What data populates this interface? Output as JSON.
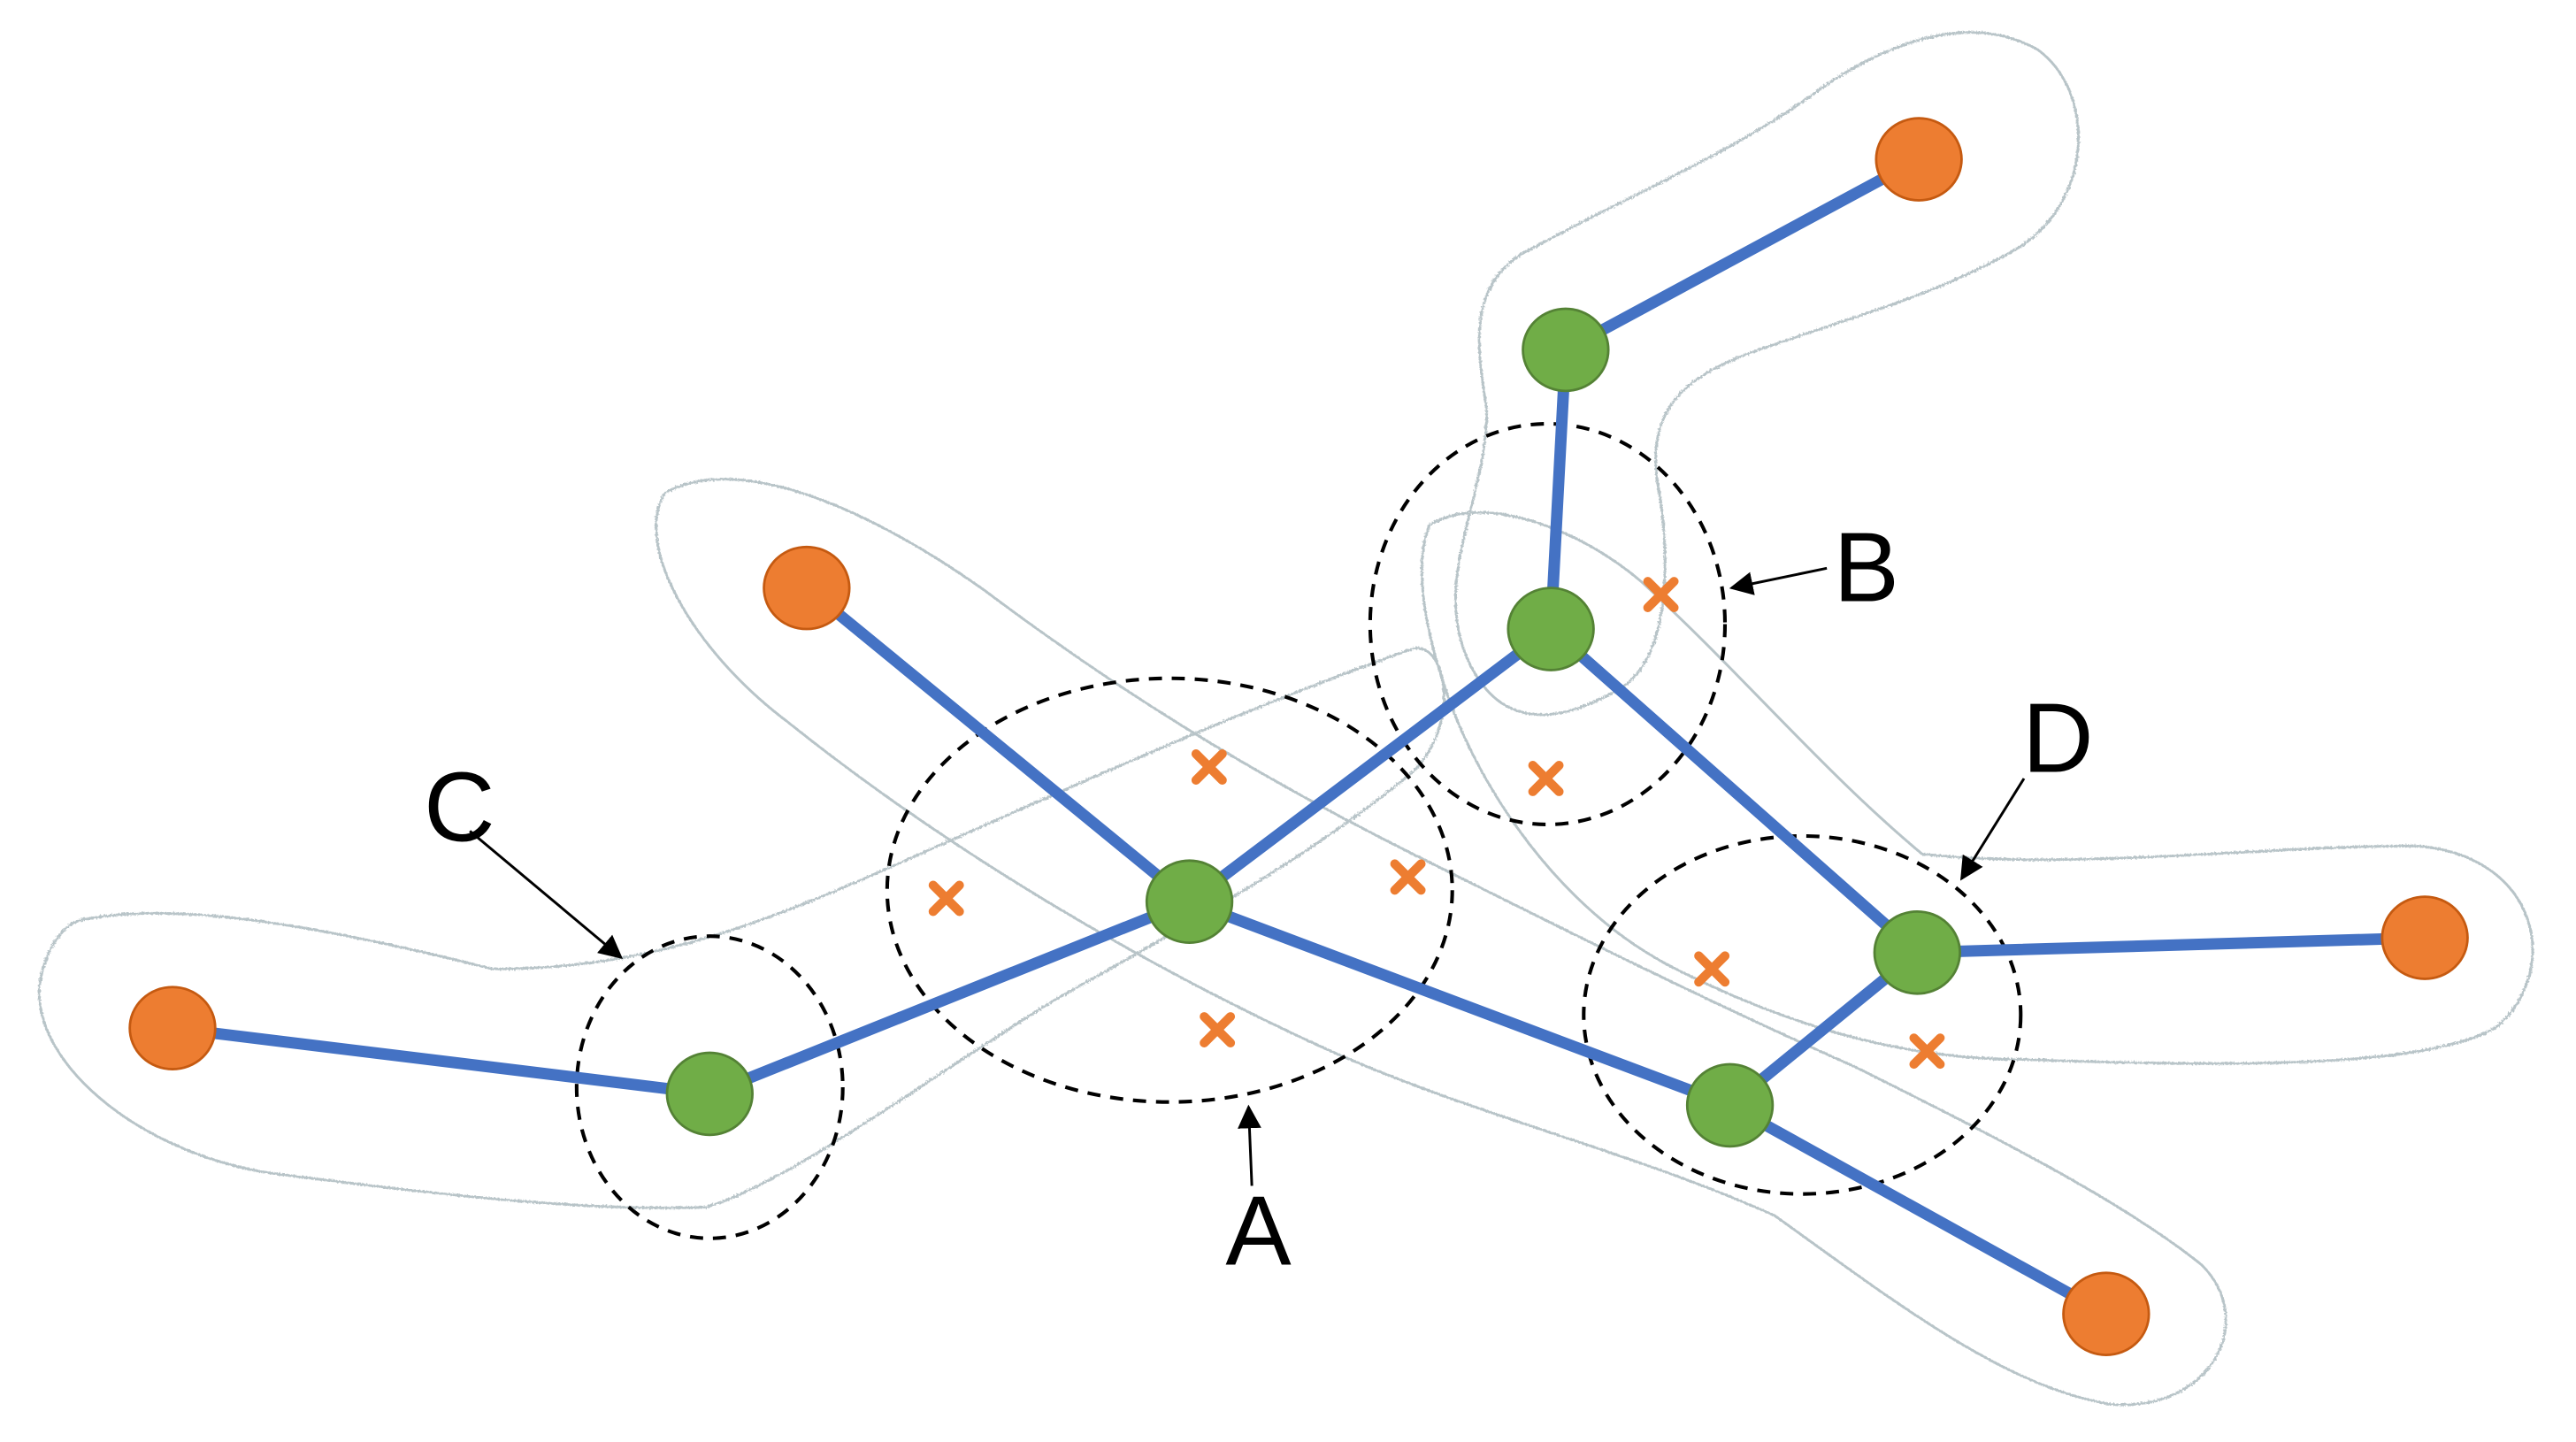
{
  "labels": {
    "a": "A",
    "b": "B",
    "c": "C",
    "d": "D"
  },
  "colors": {
    "edge": "#4472c4",
    "internal_node": "#70ad47",
    "internal_node_stroke": "#548235",
    "leaf_node": "#ed7d31",
    "leaf_node_stroke": "#c55a11",
    "cross_marker": "#ed7d31",
    "region_outline": "#000000",
    "sketch_outline": "#b8c4c8"
  }
}
